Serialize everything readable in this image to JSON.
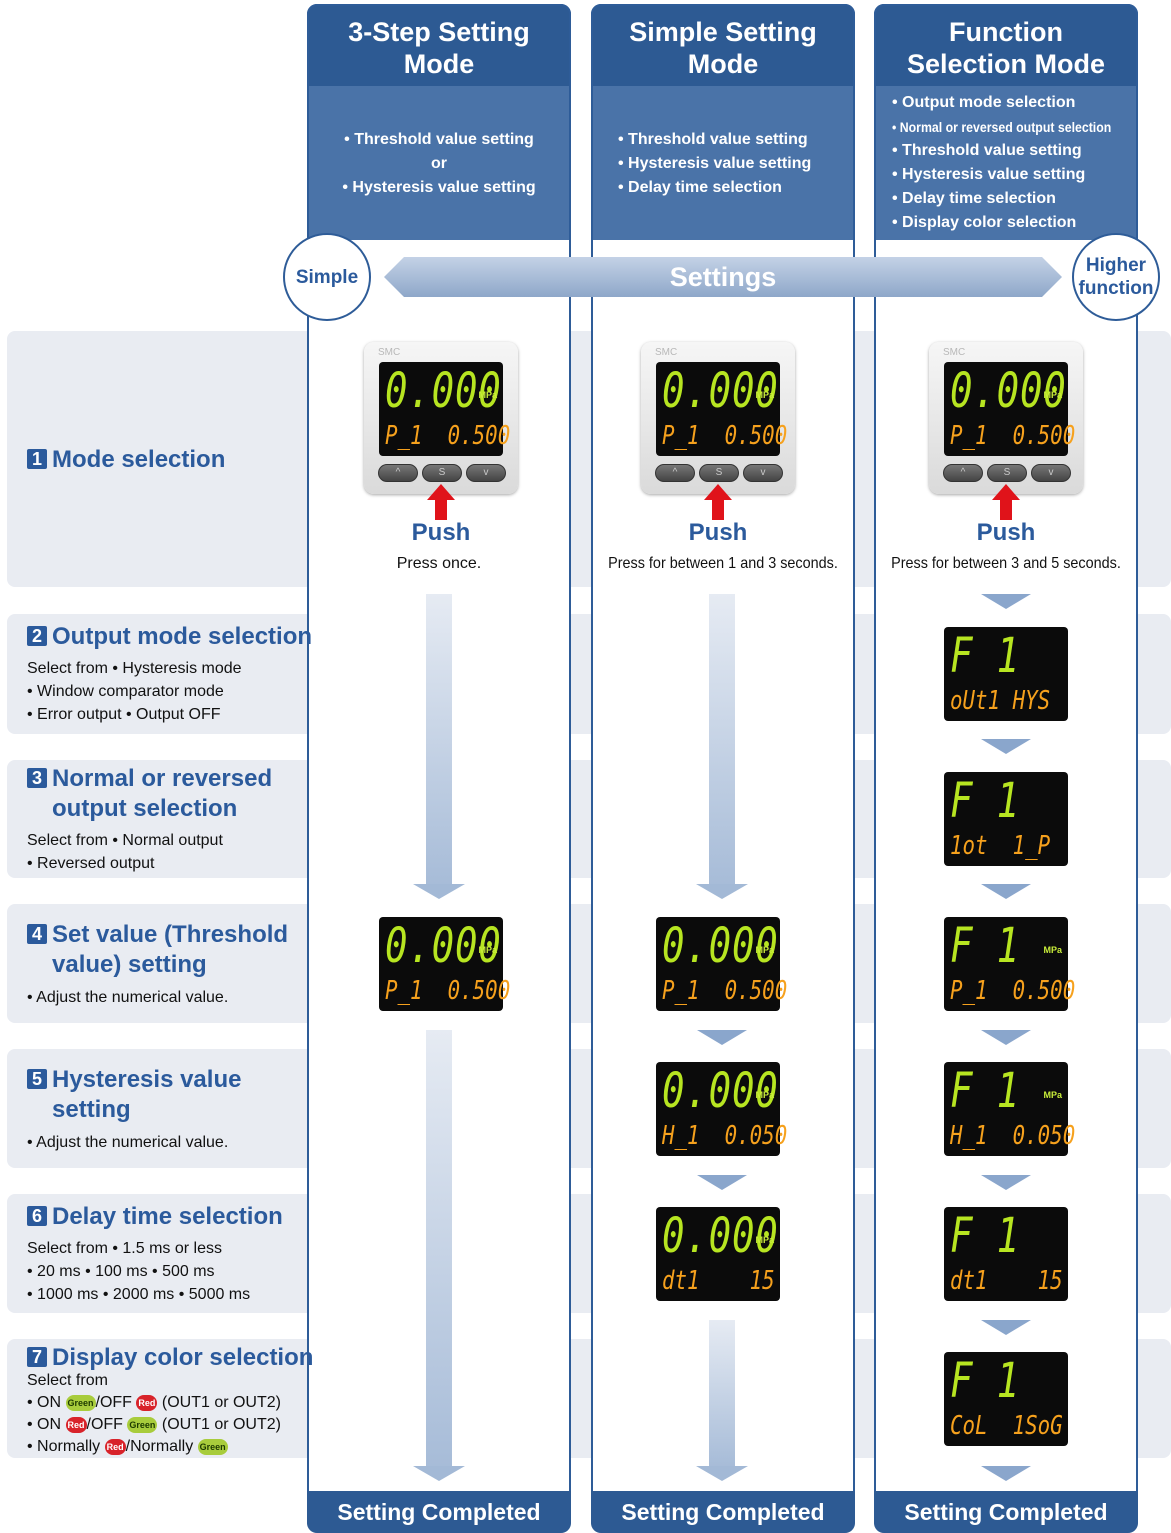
{
  "columns": [
    {
      "title_l1": "3-Step Setting",
      "title_l2": "Mode",
      "items": [
        "• Threshold value setting",
        "or",
        "• Hysteresis value setting"
      ],
      "footer": "Setting Completed"
    },
    {
      "title_l1": "Simple Setting",
      "title_l2": "Mode",
      "items": [
        "• Threshold value setting",
        "• Hysteresis value setting",
        "• Delay time selection"
      ],
      "footer": "Setting Completed"
    },
    {
      "title_l1": "Function",
      "title_l2": "Selection Mode",
      "items": [
        "• Output mode selection",
        "• Normal or reversed output selection",
        "• Threshold value setting",
        "• Hysteresis value setting",
        "• Delay time selection",
        "• Display color selection"
      ],
      "footer": "Setting Completed"
    }
  ],
  "settings_bar": {
    "label": "Settings",
    "left": "Simple",
    "right_l1": "Higher",
    "right_l2": "function"
  },
  "rows": [
    {
      "num": "1",
      "title_l1": "Mode selection",
      "title_l2": "",
      "lines": []
    },
    {
      "num": "2",
      "title_l1": "Output mode selection",
      "title_l2": "",
      "lines": [
        "Select from • Hysteresis mode",
        "• Window comparator mode",
        "• Error output • Output OFF"
      ]
    },
    {
      "num": "3",
      "title_l1": "Normal or reversed",
      "title_l2": "output selection",
      "lines": [
        "Select from • Normal output",
        "• Reversed output"
      ]
    },
    {
      "num": "4",
      "title_l1": "Set value (Threshold",
      "title_l2": "value) setting",
      "lines": [
        "• Adjust the numerical value."
      ]
    },
    {
      "num": "5",
      "title_l1": "Hysteresis value",
      "title_l2": "setting",
      "lines": [
        "• Adjust the numerical value."
      ]
    },
    {
      "num": "6",
      "title_l1": "Delay time selection",
      "title_l2": "",
      "lines": [
        "Select from • 1.5 ms or less",
        "• 20 ms • 100 ms • 500 ms",
        "• 1000 ms • 2000 ms • 5000 ms"
      ]
    },
    {
      "num": "7",
      "title_l1": "Display color selection",
      "title_l2": "",
      "lines": [
        "Select from"
      ]
    }
  ],
  "color_lines": [
    {
      "a": "• ON ",
      "pill1": "Green",
      "b": "/OFF ",
      "pill2": "Red",
      "c": " (OUT1 or OUT2)"
    },
    {
      "a": "• ON ",
      "pill1": "Red",
      "b": "/OFF ",
      "pill2": "Green",
      "c": " (OUT1 or OUT2)"
    },
    {
      "a": "• Normally ",
      "pill1": "Red",
      "b": "/Normally ",
      "pill2": "Green",
      "c": ""
    }
  ],
  "push": {
    "label": "Push",
    "press": [
      "Press once.",
      "Press for between 1 and 3 seconds.",
      "Press for between 3 and 5 seconds."
    ]
  },
  "device": {
    "logo": "SMC",
    "btn_up": "^",
    "btn_s": "S",
    "btn_down": "v"
  },
  "lcd": {
    "main": {
      "top": "0.000",
      "unit": "MPa",
      "bot": "P_1  0.500"
    },
    "f_out": {
      "top": "F  1",
      "unit": "",
      "bot": "oUt1 HYS"
    },
    "f_ot": {
      "top": "F  1",
      "unit": "",
      "bot": "1ot  1_P"
    },
    "f_p": {
      "top": "F  1",
      "unit": "MPa",
      "bot": "P_1  0.500"
    },
    "h": {
      "top": "0.000",
      "unit": "MPa",
      "bot": "H_1  0.050"
    },
    "f_h": {
      "top": "F  1",
      "unit": "MPa",
      "bot": "H_1  0.050"
    },
    "dt": {
      "top": "0.000",
      "unit": "MPa",
      "bot": "dt1    15"
    },
    "f_dt": {
      "top": "F  1",
      "unit": "",
      "bot": "dt1    15"
    },
    "f_col": {
      "top": "F  1",
      "unit": "",
      "bot": "CoL  1SoG"
    }
  }
}
